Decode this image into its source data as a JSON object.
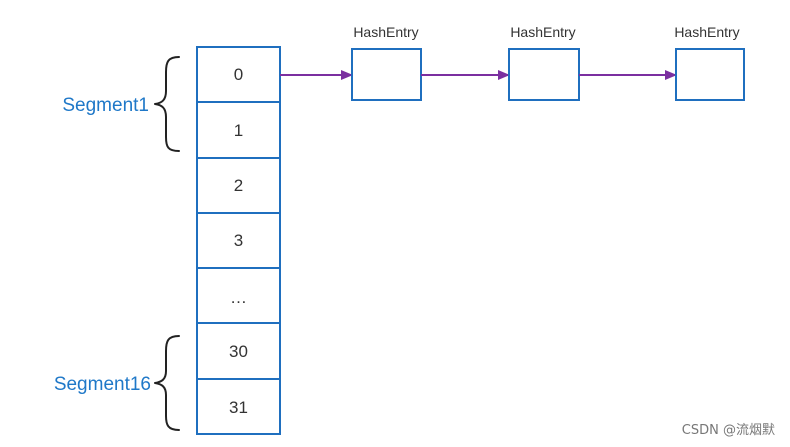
{
  "table": {
    "cells": [
      "0",
      "1",
      "2",
      "3",
      "…",
      "30",
      "31"
    ]
  },
  "hash_entries": [
    {
      "label": "HashEntry"
    },
    {
      "label": "HashEntry"
    },
    {
      "label": "HashEntry"
    }
  ],
  "segments": [
    {
      "label": "Segment1"
    },
    {
      "label": "Segment16"
    }
  ],
  "watermark": "CSDN @流烟默",
  "colors": {
    "box_border": "#1f6fbf",
    "segment_text": "#1f78c8",
    "arrow": "#7b2fa0"
  }
}
